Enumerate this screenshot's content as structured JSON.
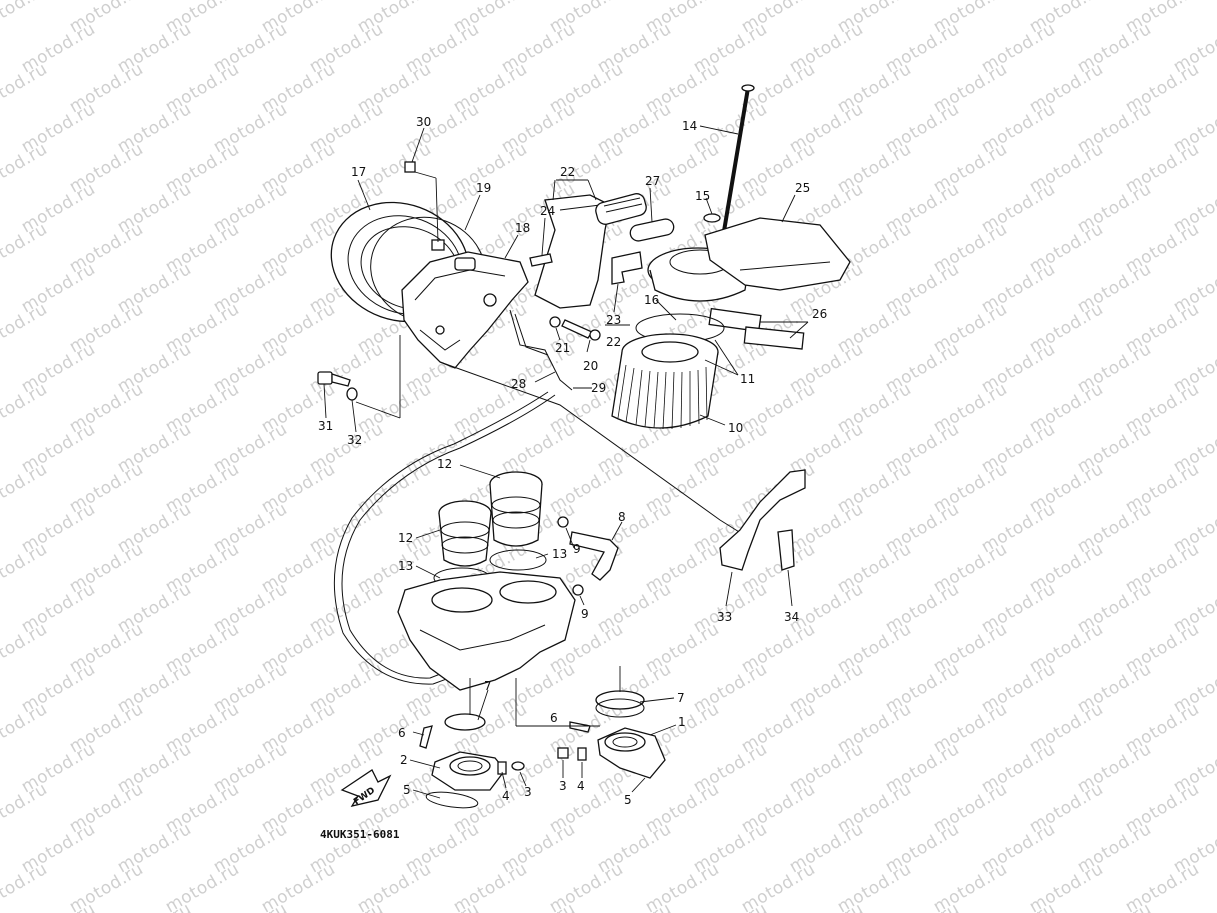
{
  "watermark_text": "motod.ru",
  "drawing_code": "4KUK351-6081",
  "fwd_label": "FWD",
  "callouts": {
    "n30": "30",
    "n17": "17",
    "n19": "19",
    "n18": "18",
    "n22a": "22",
    "n24": "24",
    "n27": "27",
    "n14": "14",
    "n15": "15",
    "n25": "25",
    "n16": "16",
    "n23": "23",
    "n22b": "22",
    "n21": "21",
    "n20": "20",
    "n26": "26",
    "n11": "11",
    "n10": "10",
    "n28": "28",
    "n29": "29",
    "n31": "31",
    "n32": "32",
    "n12a": "12",
    "n12b": "12",
    "n13a": "13",
    "n13b": "13",
    "n9a": "9",
    "n9b": "9",
    "n8": "8",
    "n33": "33",
    "n34": "34",
    "n7a": "7",
    "n7b": "7",
    "n6a": "6",
    "n6b": "6",
    "n1": "1",
    "n2": "2",
    "n4a": "4",
    "n3a": "3",
    "n5a": "5",
    "n3b": "3",
    "n4b": "4",
    "n5b": "5"
  }
}
